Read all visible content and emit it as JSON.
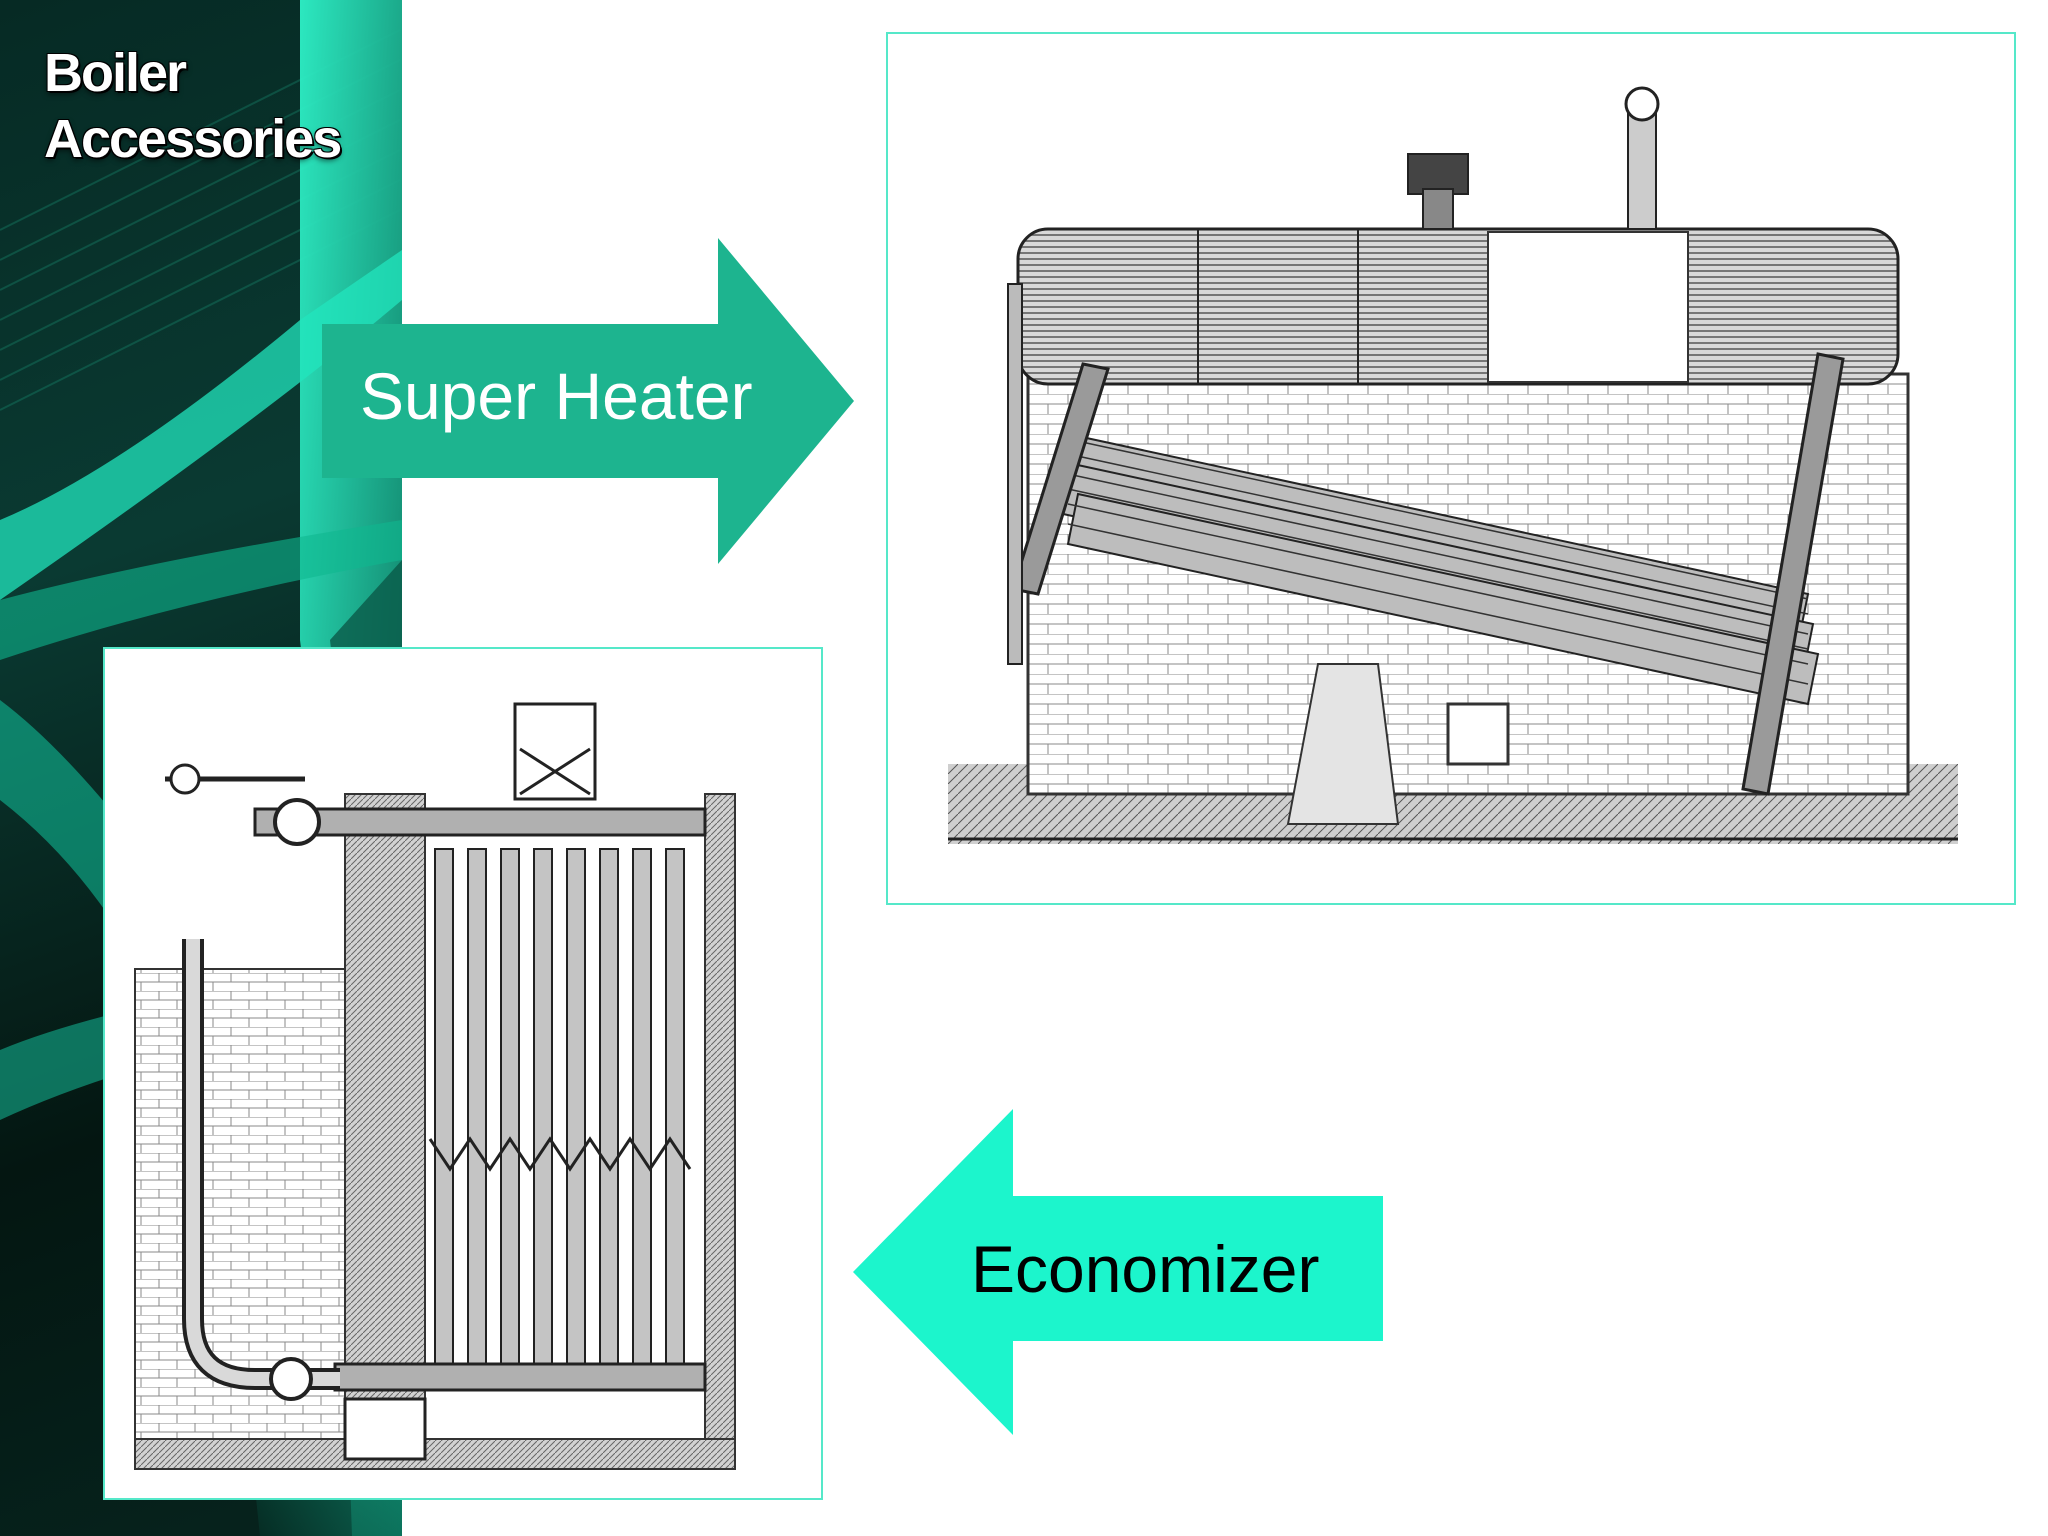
{
  "slide": {
    "title_line1": "Boiler",
    "title_line2": "Accessories",
    "super_heater_label": "Super Heater",
    "economizer_label": "Economizer"
  },
  "colors": {
    "accent_dark": "#1db48f",
    "accent_light": "#1cf5cc",
    "frame_border": "#55e8c9",
    "panel_dark": "#062a24"
  }
}
